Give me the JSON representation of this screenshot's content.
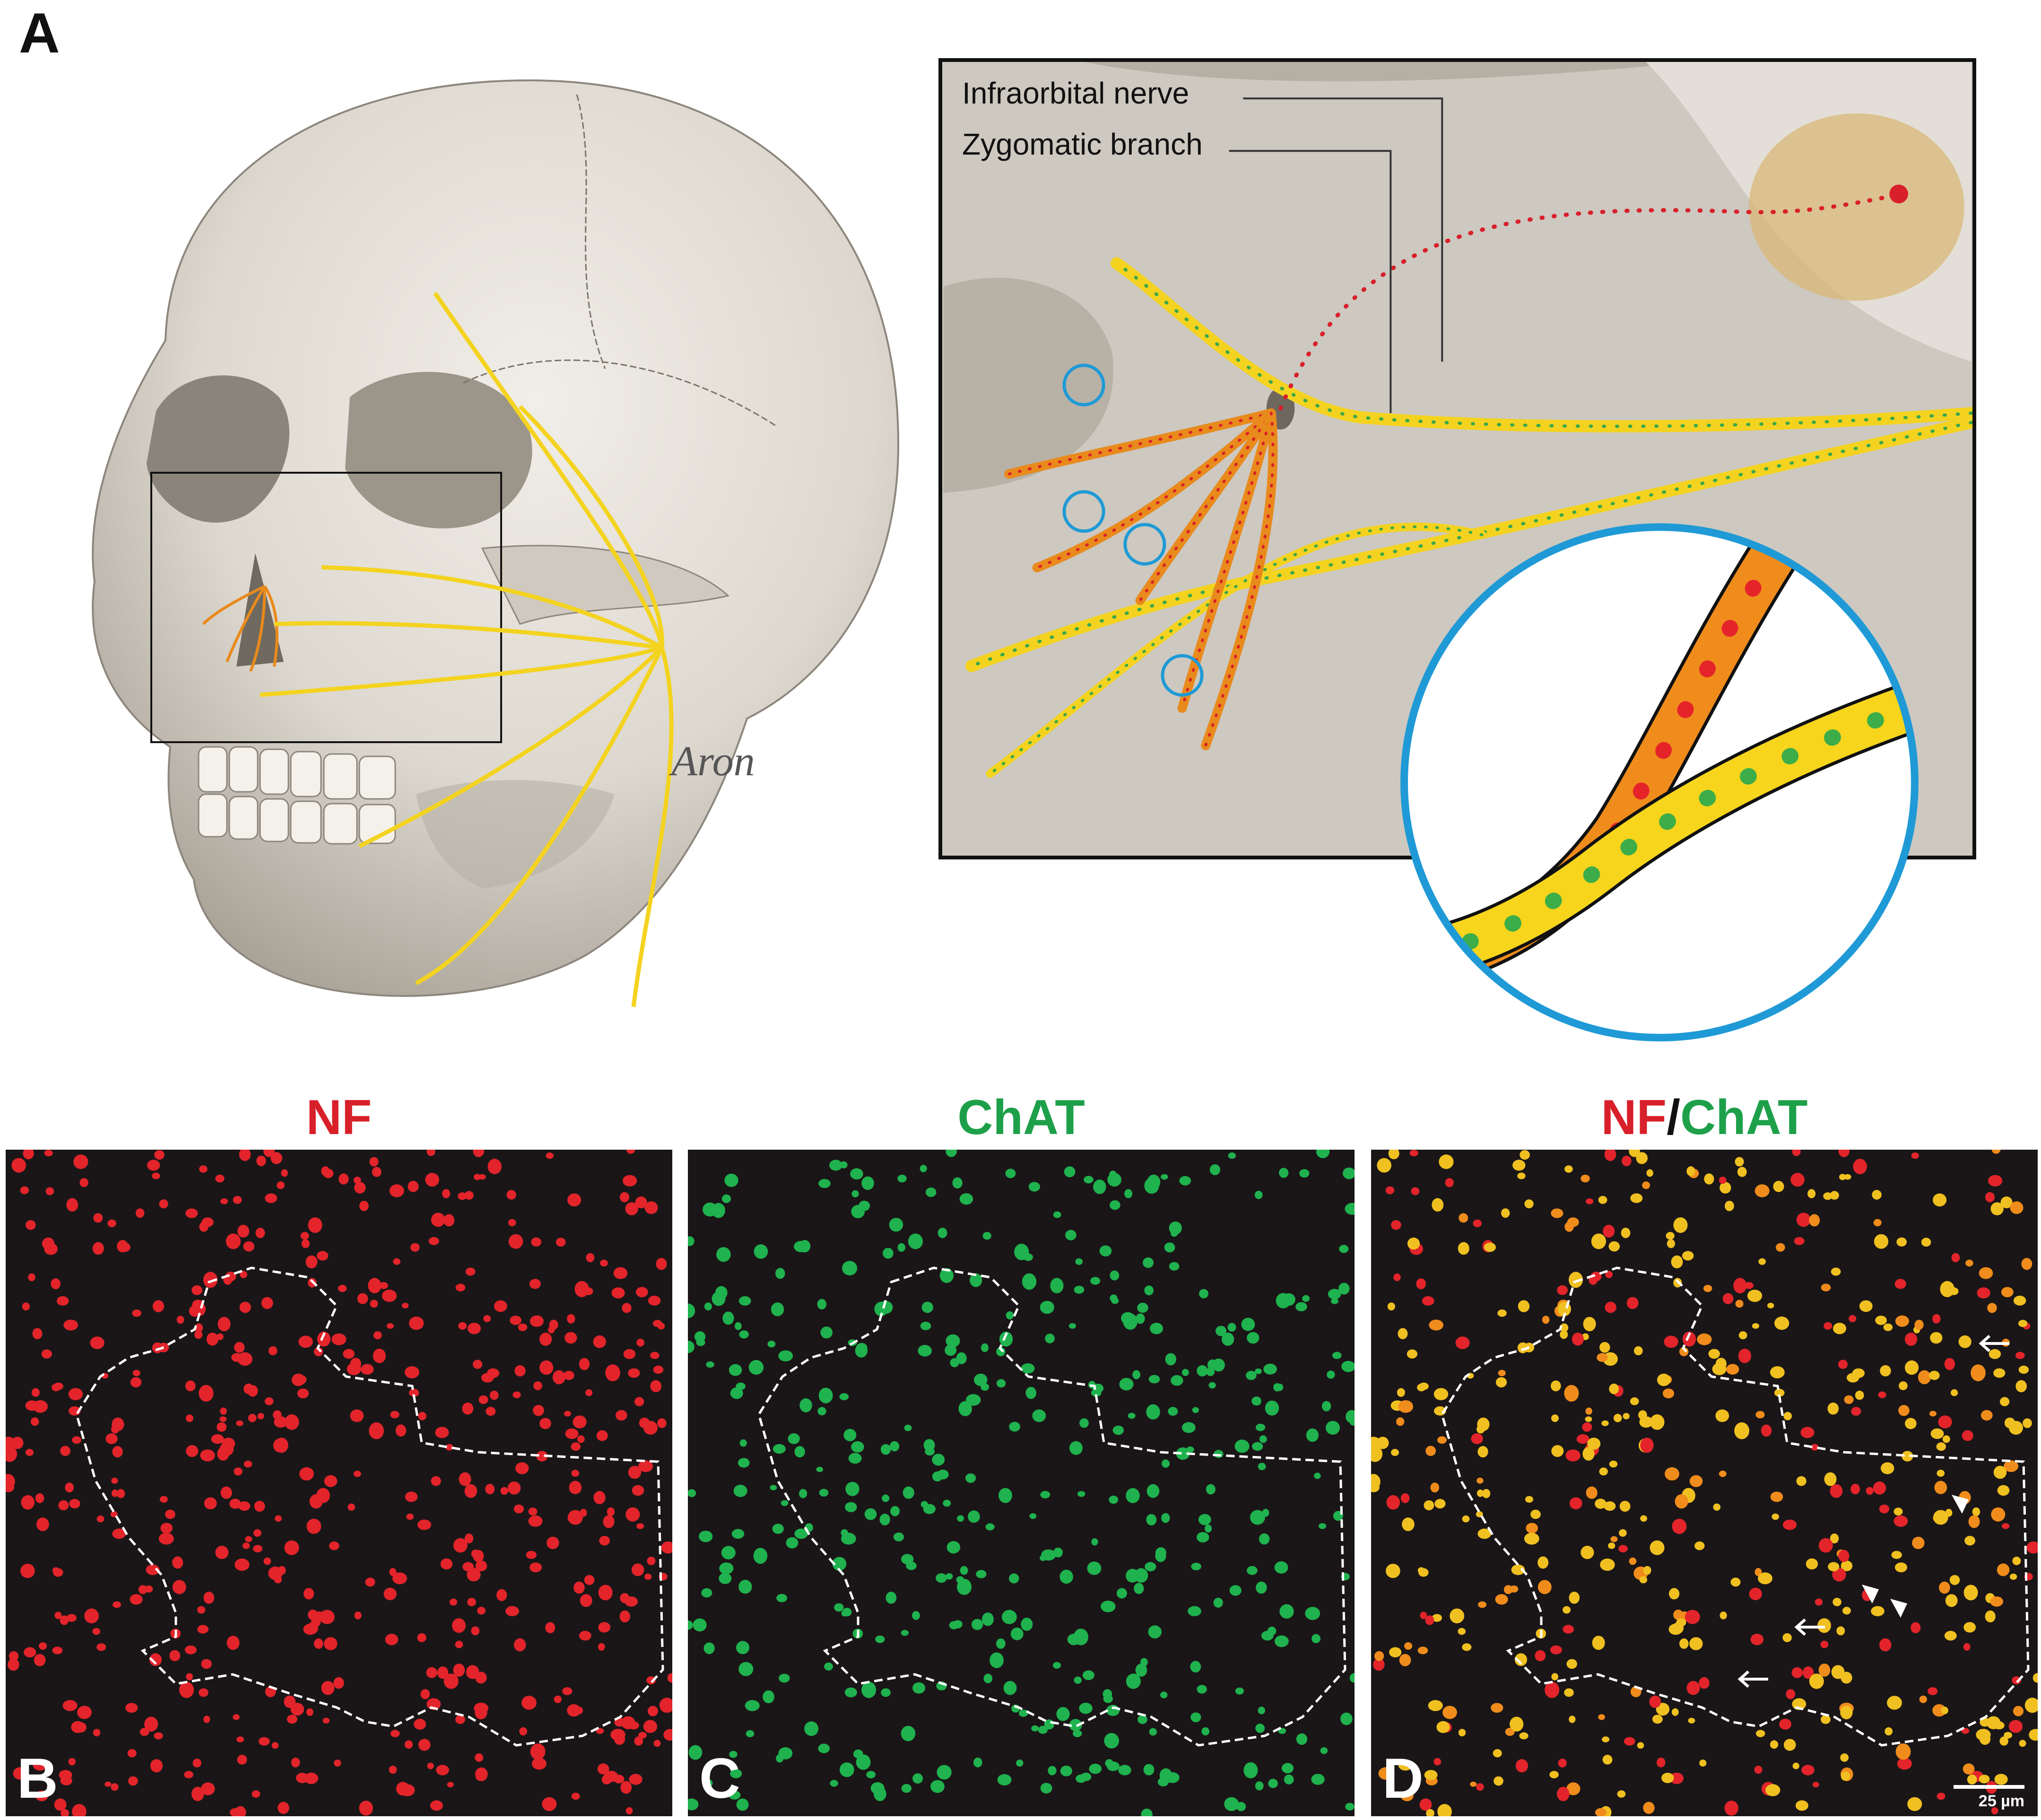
{
  "panel_a": {
    "letter": "A",
    "callouts": {
      "infraorbital": "Infraorbital nerve",
      "zygomatic": "Zygomatic branch"
    },
    "signature": "Aron"
  },
  "panels": [
    {
      "letter": "B",
      "title": {
        "first": "NF",
        "sep": "",
        "second": ""
      },
      "channel": "red"
    },
    {
      "letter": "C",
      "title": {
        "first": "ChAT",
        "sep": "",
        "second": ""
      },
      "channel": "green"
    },
    {
      "letter": "D",
      "title": {
        "first": "NF",
        "sep": "/",
        "second": "ChAT"
      },
      "channel": "merge"
    }
  ],
  "scale_bar": "25 µm",
  "colors": {
    "nf_red": "#d8202a",
    "chat_green": "#1ea04a",
    "nerve_yellow": "#f4d320",
    "sensory_orange": "#e98a1c",
    "highlight_blue": "#1f9ad6",
    "bone": "#ddd8cf"
  }
}
